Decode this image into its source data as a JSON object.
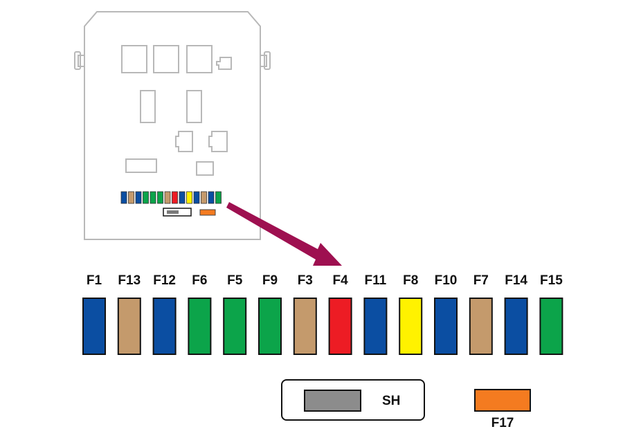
{
  "fuses": [
    {
      "label": "F1",
      "color": "#0b4ea2"
    },
    {
      "label": "F13",
      "color": "#c49a6c"
    },
    {
      "label": "F12",
      "color": "#0b4ea2"
    },
    {
      "label": "F6",
      "color": "#0ca44a"
    },
    {
      "label": "F5",
      "color": "#0ca44a"
    },
    {
      "label": "F9",
      "color": "#0ca44a"
    },
    {
      "label": "F3",
      "color": "#c49a6c"
    },
    {
      "label": "F4",
      "color": "#ed1c24"
    },
    {
      "label": "F11",
      "color": "#0b4ea2"
    },
    {
      "label": "F8",
      "color": "#fff200"
    },
    {
      "label": "F10",
      "color": "#0b4ea2"
    },
    {
      "label": "F7",
      "color": "#c49a6c"
    },
    {
      "label": "F14",
      "color": "#0b4ea2"
    },
    {
      "label": "F15",
      "color": "#0ca44a"
    }
  ],
  "shunt": {
    "label": "SH",
    "color": "#8c8c8c"
  },
  "f17": {
    "label": "F17",
    "color": "#f47b20"
  },
  "colors": {
    "outline": "#b8b8b8",
    "arrow": "#9e1050",
    "border": "#111111"
  }
}
